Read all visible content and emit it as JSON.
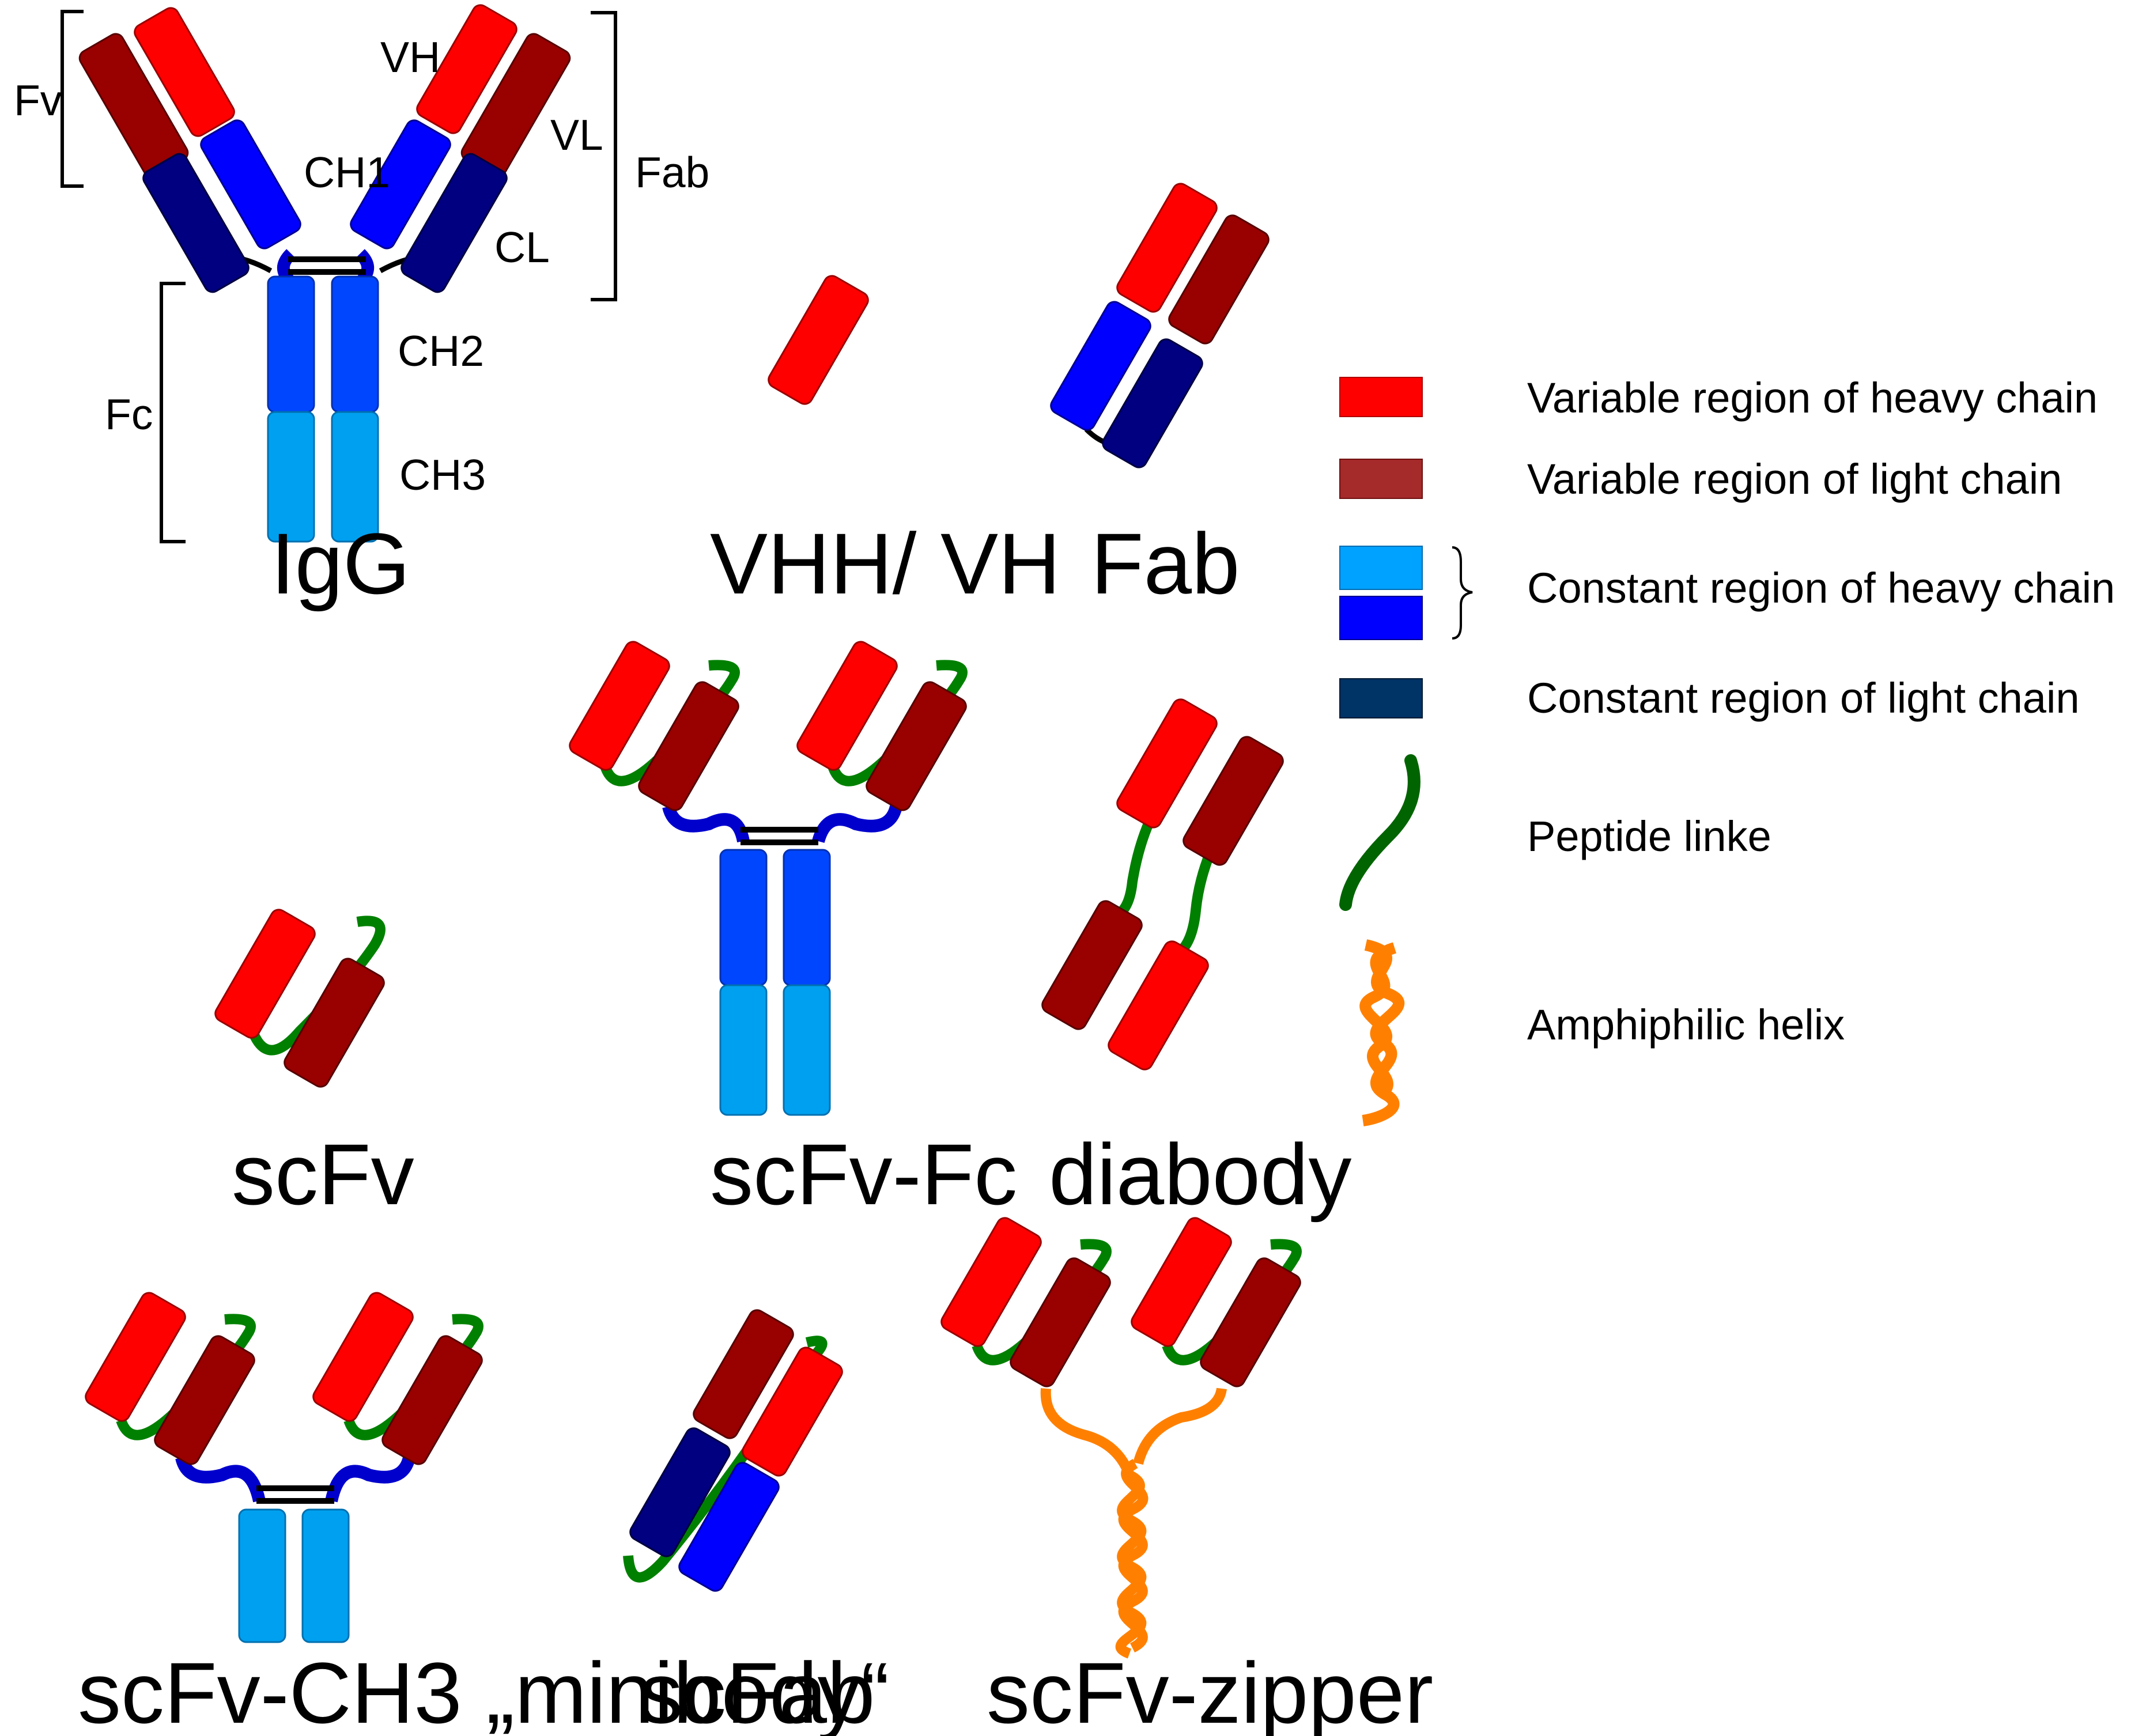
{
  "colors": {
    "vh": "#ff0000",
    "vl": "#990000",
    "ch1": "#0000ff",
    "cl": "#000080",
    "ch2": "#0046ff",
    "ch3": "#00a0f0",
    "linker": "#008000",
    "helix": "#ff8000",
    "hinge": "#0000cd",
    "legend_vh": "#ff0000",
    "legend_vl": "#a52a2a",
    "legend_ch_light": "#00a2ff",
    "legend_ch_dark": "#0000ff",
    "legend_cl": "#003366",
    "legend_linker": "#006400"
  },
  "igg": {
    "title": "IgG",
    "region_labels": {
      "fv": "Fv",
      "fab": "Fab",
      "fc": "Fc"
    },
    "domain_labels": {
      "vh": "VH",
      "vl": "VL",
      "ch1": "CH1",
      "cl": "CL",
      "ch2": "CH2",
      "ch3": "CH3"
    }
  },
  "formats": {
    "vhh": "VHH/ VH",
    "fab": "Fab",
    "scfv": "scFv",
    "scfv_fc": "scFv-Fc",
    "diabody": "diabody",
    "minibody": "scFv-CH3 „minibody“",
    "scfab": "scFab",
    "zipper": "scFv-zipper"
  },
  "legend": [
    {
      "label": "Variable region of heavy chain",
      "swatch": "legend-vh"
    },
    {
      "label": "Variable region of light chain",
      "swatch": "legend-vl"
    },
    {
      "label": "Constant region of heavy chain",
      "swatch": "legend-ch"
    },
    {
      "label": "Constant region of light chain",
      "swatch": "legend-cl"
    },
    {
      "label": "Peptide linke",
      "swatch": "linker-icon"
    },
    {
      "label": "Amphiphilic helix",
      "swatch": "helix-icon"
    }
  ]
}
